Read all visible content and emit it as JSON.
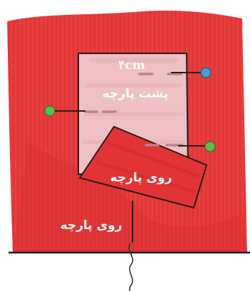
{
  "diagram": {
    "measure_label": "۴cm",
    "fabric_back_label": "پشت پارچه",
    "fabric_front_label_pocket": "روی پارچه",
    "fabric_front_label_base": "روی پارچه"
  },
  "colors": {
    "fabric_red": "#e5393a",
    "fabric_dark_red": "#d42c2d",
    "pocket_back_pink": "#eec0c3",
    "pocket_front_red": "#e23436",
    "pin_green": "#5bbd4b",
    "pin_blue": "#3f9fd6",
    "outline": "#2b1b1b",
    "stitch": "#b8858a",
    "background": "#ffffff"
  }
}
